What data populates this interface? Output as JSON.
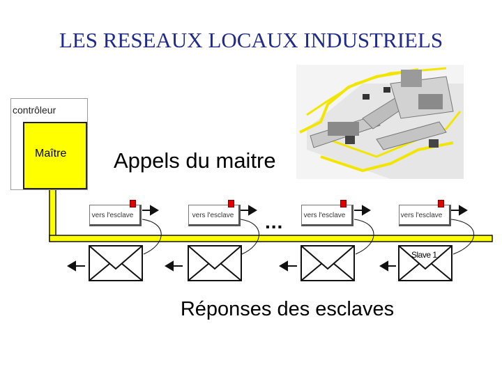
{
  "title": "LES RESEAUX LOCAUX INDUSTRIELS",
  "controller": {
    "label": "contrôleur",
    "master_label": "Maître"
  },
  "calls_label": "Appels du maitre",
  "replies_label": "Réponses des esclaves",
  "request_frames": [
    {
      "label": "vers l'esclave"
    },
    {
      "label": "vers l'esclave"
    },
    {
      "label": "vers l'esclave"
    },
    {
      "label": "vers l'esclave"
    }
  ],
  "ellipsis": "...",
  "slave_label": "Slave 1",
  "colors": {
    "title": "#1f2a8a",
    "bus": "#ffff00",
    "flag": "#e00000"
  },
  "illustration": "conveyor-system-image"
}
